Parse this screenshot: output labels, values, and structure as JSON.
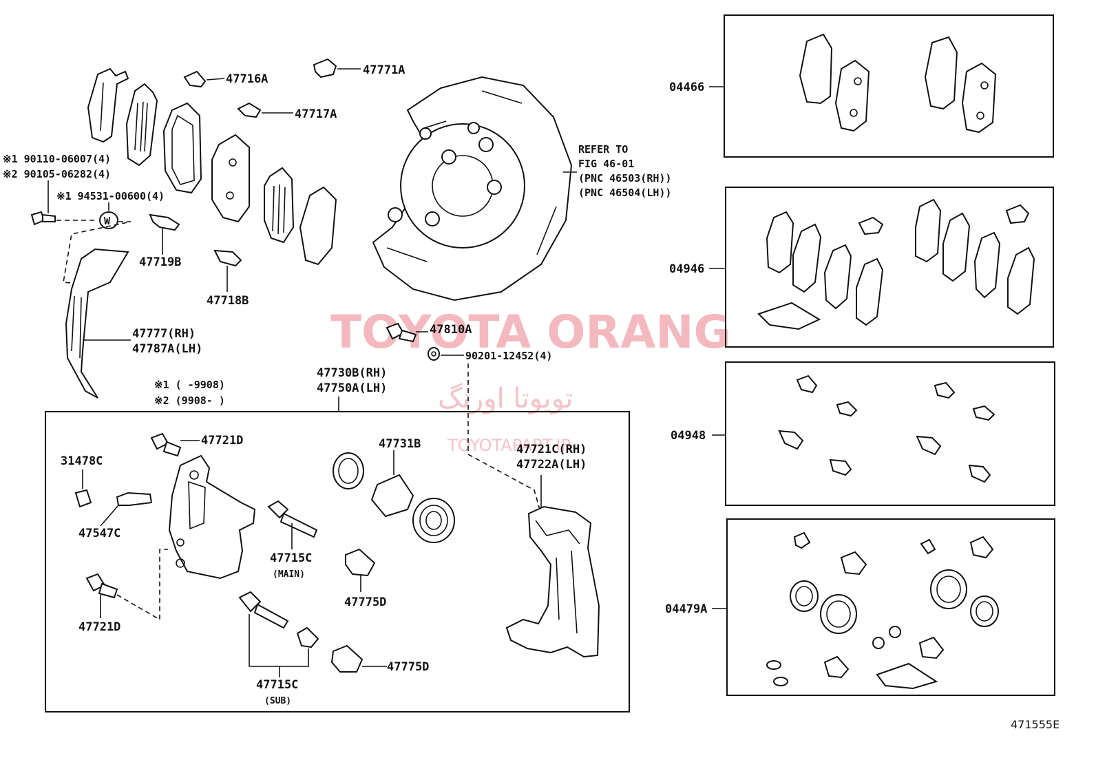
{
  "watermark": {
    "brand": "TOYOTA ORANG",
    "persian": "تویوتا اورنگ",
    "site": "TOYOTAPART.IR"
  },
  "labels": {
    "p47716A": "47716A",
    "p47771A": "47771A",
    "p47717A": "47717A",
    "bolt1": "※1 90110-06007(4)",
    "bolt2": "※2 90105-06282(4)",
    "washer": "※1 94531-00600(4)",
    "washer_mark": "W",
    "p47719B": "47719B",
    "p47718B": "47718B",
    "shield_rh": "47777(RH)",
    "shield_lh": "47787A(LH)",
    "refer_to": "REFER TO",
    "refer_fig": "FIG 46-01",
    "refer_rh": "(PNC 46503(RH))",
    "refer_lh": "(PNC 46504(LH))",
    "p47810A": "47810A",
    "p90201": "90201-12452(4)",
    "note1": "※1  (    -9908)",
    "note2": "※2  (9908-    )",
    "caliper_rh": "47730B(RH)",
    "caliper_lh": "47750A(LH)",
    "p47721D_top": "47721D",
    "p31478C": "31478C",
    "p47547C": "47547C",
    "p47721D_bottom": "47721D",
    "p47715C_main": "47715C",
    "main_note": "(MAIN)",
    "p47731B": "47731B",
    "p47775D_a": "47775D",
    "p47715C_sub": "47715C",
    "sub_note": "(SUB)",
    "p47775D_b": "47775D",
    "mount_rh": "47721C(RH)",
    "mount_lh": "47722A(LH)",
    "kit_04466": "04466",
    "kit_04946": "04946",
    "kit_04948": "04948",
    "kit_04479A": "04479A",
    "diagram_code": "471555E"
  }
}
